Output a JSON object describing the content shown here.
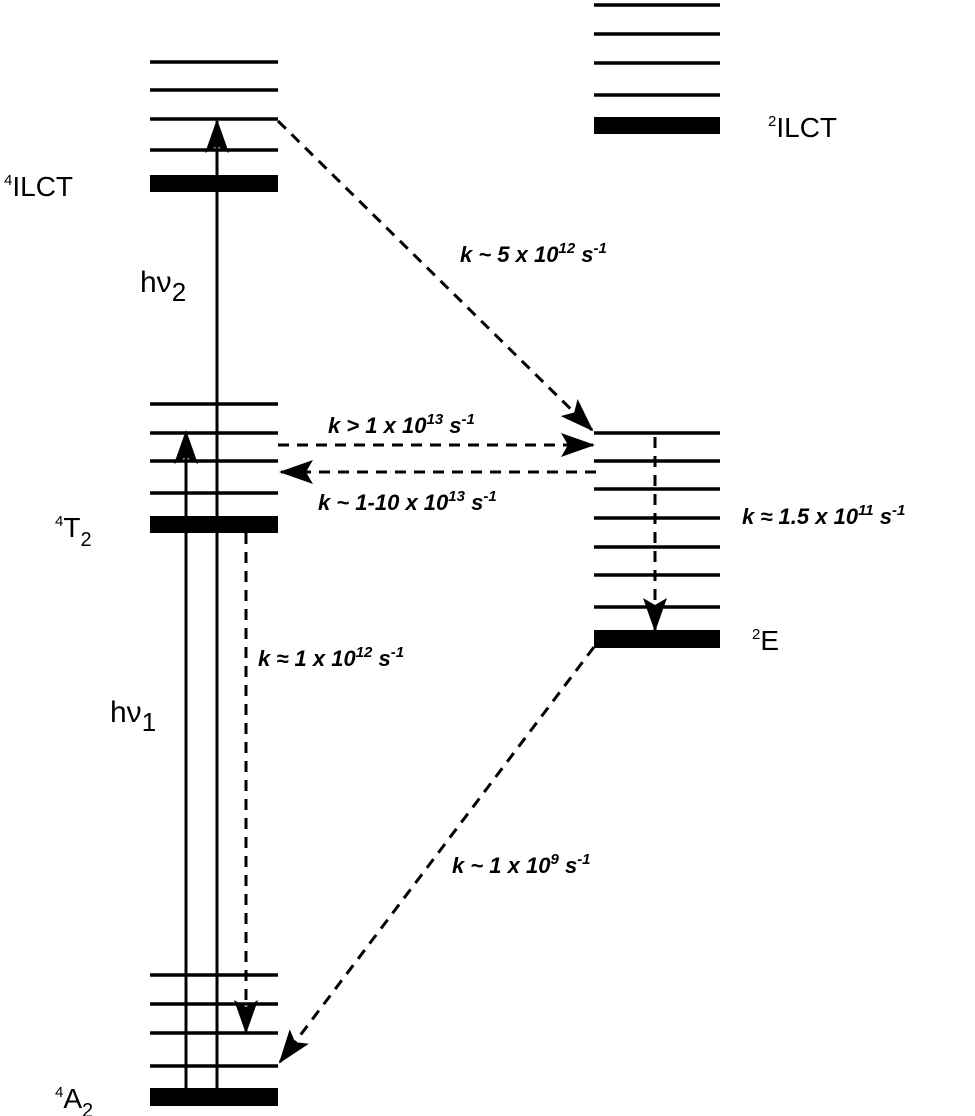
{
  "levels": {
    "ilct4": {
      "sup": "4",
      "base": "ILCT"
    },
    "t2": {
      "sup": "4",
      "base": "T",
      "sub": "2"
    },
    "a2": {
      "sup": "4",
      "base": "A",
      "sub": "2"
    },
    "ilct2": {
      "sup": "2",
      "base": "ILCT"
    },
    "e2": {
      "sup": "2",
      "base": "E"
    }
  },
  "excitations": {
    "hv1": {
      "base": "hν",
      "sub": "1"
    },
    "hv2": {
      "base": "hν",
      "sub": "2"
    }
  },
  "rates": {
    "ilct_to_e": {
      "prefix": "k ~ 5 x 10",
      "exp": "12",
      "unit": " s",
      "unit_exp": "-1"
    },
    "t2_to_e": {
      "prefix": "k > 1 x 10",
      "exp": "13",
      "unit": " s",
      "unit_exp": "-1"
    },
    "e_to_t2": {
      "prefix": "k ~ 1-10 x 10",
      "exp": "13",
      "unit": " s",
      "unit_exp": "-1"
    },
    "e_relax": {
      "prefix": "k ≈ 1.5 x 10",
      "exp": "11",
      "unit": " s",
      "unit_exp": "-1"
    },
    "t2_to_a2": {
      "prefix": "k ≈ 1 x 10",
      "exp": "12",
      "unit": " s",
      "unit_exp": "-1"
    },
    "e_to_a2": {
      "prefix": "k ~ 1 x 10",
      "exp": "9",
      "unit": " s",
      "unit_exp": "-1"
    }
  }
}
